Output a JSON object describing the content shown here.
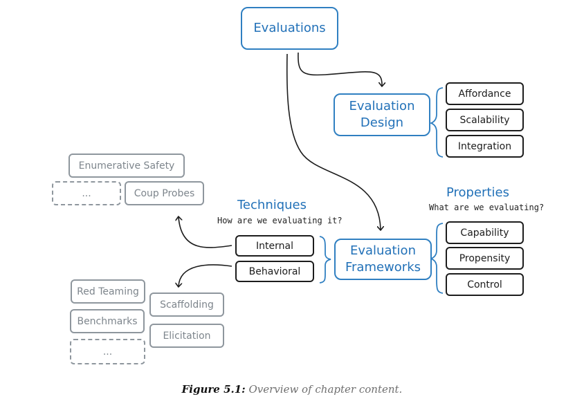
{
  "nodes": {
    "evaluations": "Evaluations",
    "evaluation_design": [
      "Evaluation",
      "Design"
    ],
    "evaluation_frameworks": [
      "Evaluation",
      "Frameworks"
    ]
  },
  "design_items": [
    "Affordance",
    "Scalability",
    "Integration"
  ],
  "properties": {
    "title": "Properties",
    "subtitle": "What are we evaluating?",
    "items": [
      "Capability",
      "Propensity",
      "Control"
    ]
  },
  "techniques": {
    "title": "Techniques",
    "subtitle": "How are we evaluating it?",
    "items": [
      "Internal",
      "Behavioral"
    ]
  },
  "internal_techniques": {
    "enumerative_safety": "Enumerative Safety",
    "ellipsis": "...",
    "coup_probes": "Coup Probes"
  },
  "behavioral_techniques": {
    "red_teaming": "Red Teaming",
    "scaffolding": "Scaffolding",
    "benchmarks": "Benchmarks",
    "elicitation": "Elicitation",
    "ellipsis": "..."
  },
  "caption": {
    "label": "Figure 5.1:",
    "text": "Overview of chapter content."
  },
  "colors": {
    "blue": "#2f7fc1",
    "dark": "#1c1c1c",
    "grey": "#8e969d"
  }
}
